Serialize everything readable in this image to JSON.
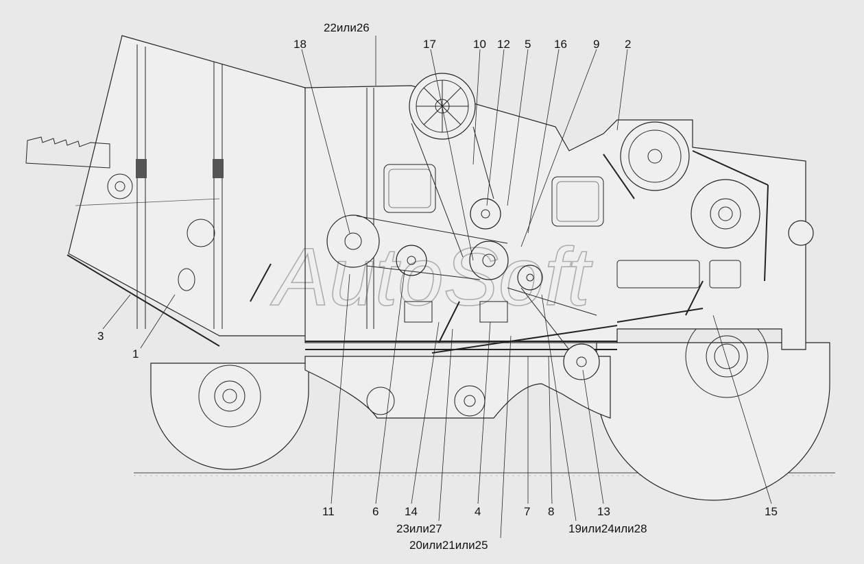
{
  "watermark": "AutoSoft",
  "callouts": {
    "top": [
      "18",
      "22или26",
      "17",
      "10",
      "12",
      "5",
      "16",
      "9",
      "2"
    ],
    "left": [
      "3",
      "1"
    ],
    "bottom_row1": [
      "11",
      "6",
      "14",
      "4",
      "7",
      "8",
      "13",
      "15"
    ],
    "bottom_row2": [
      "23или27",
      "19или24или28"
    ],
    "bottom_row3": [
      "20или21или25"
    ]
  }
}
